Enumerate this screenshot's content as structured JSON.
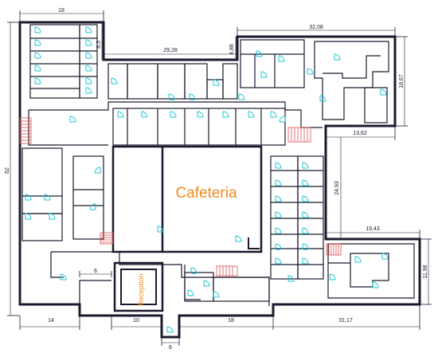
{
  "floorplan": {
    "rooms": {
      "cafeteria": "Cafeteria",
      "reception": "Reception"
    },
    "dimensions": {
      "top_left_width": "18",
      "corridor_height": "8,3",
      "corridor_length": "29,28",
      "corridor_gap": "4,88",
      "top_right_width": "32,08",
      "right_height": "18,67",
      "right_offset": "13,62",
      "east_wing_height": "24,93",
      "lower_right_width": "19,43",
      "lower_right_height": "11,98",
      "total_height": "62",
      "bottom_left": "14",
      "bottom_mid": "10",
      "bottom_center": "18",
      "bottom_right": "31,17",
      "entrance_width": "6",
      "reception_offset": "6"
    },
    "colors": {
      "wall": "#1a1a2e",
      "dimension": "#1a1a2e",
      "door": "#19c6d6",
      "stairs": "#d9534f",
      "cafeteria_label": "#f28a1e",
      "reception_label": "#f28a1e"
    }
  }
}
